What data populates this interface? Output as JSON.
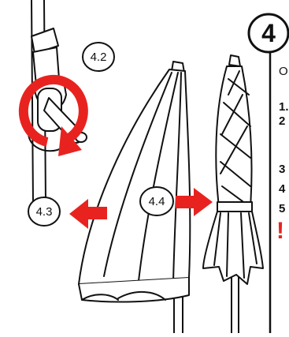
{
  "step": {
    "number": "4",
    "labels": {
      "l42": "4.2",
      "l43": "4.3",
      "l44": "4.4"
    },
    "side_text": {
      "intro": "O",
      "item1": "1.",
      "item2": "2",
      "item3": "3",
      "item4": "4",
      "item5": "5",
      "warning_mark": "!"
    }
  },
  "colors": {
    "accent_red": "#e8231f",
    "line": "#111111",
    "panel_bg": "#ffffff"
  },
  "icons": {
    "rotate": "rotate-clockwise-arrow-icon",
    "push_arrow": "arrow-right-icon",
    "pull_arrow": "arrow-left-icon"
  }
}
